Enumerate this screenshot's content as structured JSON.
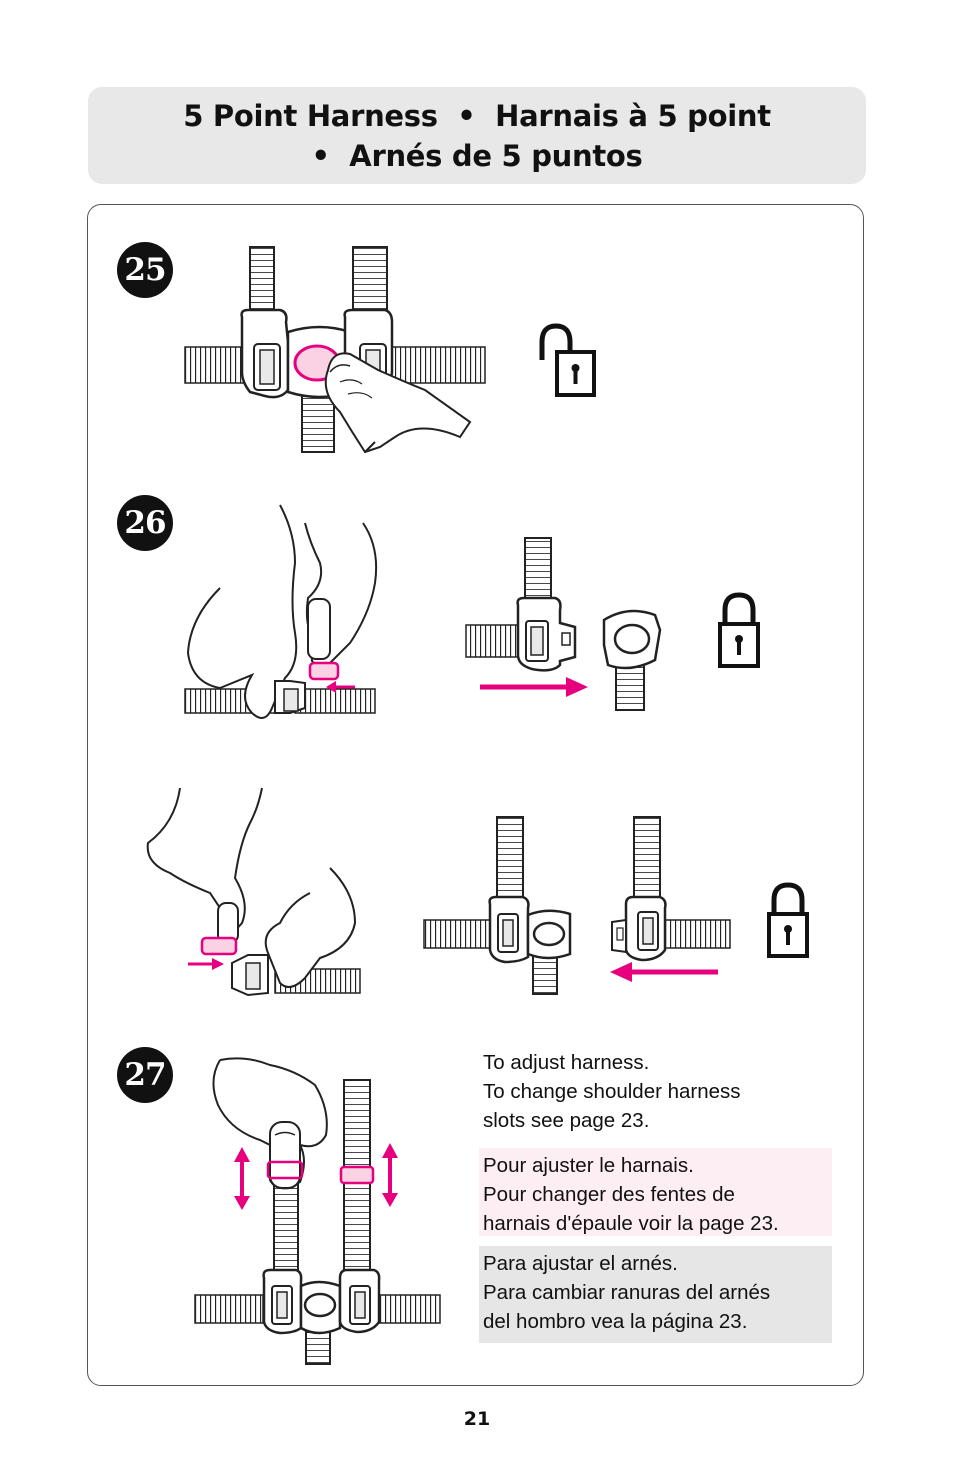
{
  "header": {
    "title_line1": "5 Point Harness  •  Harnais à 5 point",
    "title_line2": "•  Arnés de 5 puntos"
  },
  "steps": [
    {
      "number": "25"
    },
    {
      "number": "26"
    },
    {
      "number": "27"
    }
  ],
  "instructions": {
    "english": [
      "To adjust harness.",
      "To change shoulder harness",
      "slots see page 23."
    ],
    "french": [
      "Pour ajuster le harnais.",
      "Pour changer des fentes de",
      "harnais d'épaule voir la page 23."
    ],
    "spanish": [
      "Para ajustar el arnés.",
      "Para cambiar ranuras del arnés",
      "del hombro vea la página 23."
    ]
  },
  "icons": [
    "lock-open-icon",
    "lock-closed-icon",
    "lock-closed-icon"
  ],
  "colors": {
    "accent": "#e6007e",
    "title_bg": "#e7e8e7",
    "french_bg": "#fdeef3",
    "spanish_bg": "#e6e6e6"
  },
  "footer": {
    "page_number": "21"
  }
}
